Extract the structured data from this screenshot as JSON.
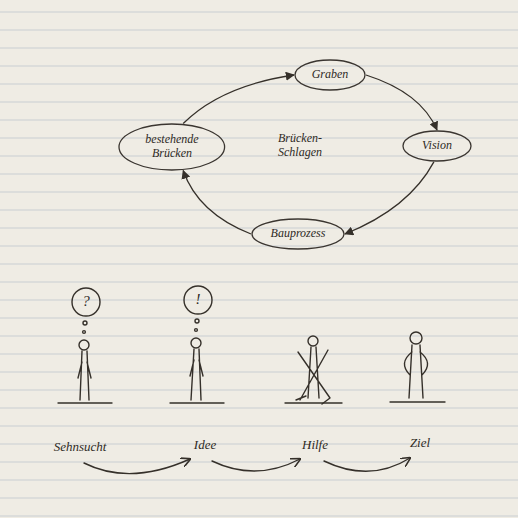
{
  "diagram": {
    "nodes": [
      {
        "text": [
          "Graben"
        ]
      },
      {
        "text": [
          "bestehende Brücken"
        ]
      },
      {
        "text": [
          "Vision"
        ]
      },
      {
        "text": [
          "Bauprozess"
        ]
      }
    ],
    "edges": [
      {
        "from": 1,
        "to": 0,
        "arrow": "to"
      },
      {
        "from": 0,
        "to": 2,
        "arrow": "to"
      },
      {
        "from": 2,
        "to": 3,
        "arrow": "to"
      },
      {
        "from": 3,
        "to": 1,
        "arrow": "to"
      }
    ],
    "labels": [
      "Brücken-Schlagen",
      "?",
      "!",
      "Sehnsucht",
      "Idee",
      "Hilfe",
      "Ziel"
    ]
  }
}
